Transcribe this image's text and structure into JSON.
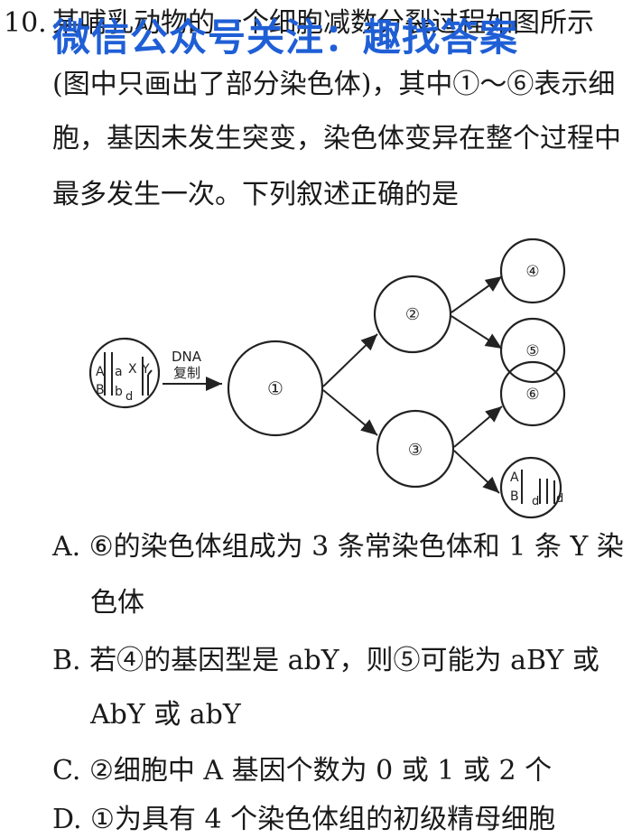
{
  "question": {
    "number": "10.",
    "line1": "某哺乳动物的一个细胞减数分裂过程如图所示",
    "line2": "(图中只画出了部分染色体)，其中①～⑥表示细",
    "line3": "胞，基因未发生突变，染色体变异在整个过程中",
    "line4": "最多发生一次。下列叙述正确的是"
  },
  "watermark": "微信公众号关注：趣找答案",
  "diagram": {
    "dna_label_top": "DNA",
    "dna_label_bottom": "复制",
    "cell_labels": [
      "①",
      "②",
      "③",
      "④",
      "⑤",
      "⑥"
    ],
    "start_cell": {
      "gene_A": "A",
      "gene_B": "B",
      "gene_a": "a",
      "gene_b": "b",
      "gene_d": "d",
      "gene_X": "X",
      "gene_Y": "Y"
    },
    "end_cell": {
      "gene_A": "A",
      "gene_B": "B",
      "gene_d1": "d",
      "gene_d2": "d"
    }
  },
  "options": {
    "A_line1": "A. ⑥的染色体组成为 3 条常染色体和 1 条 Y 染",
    "A_line2": "色体",
    "B_line1": "B. 若④的基因型是 abY，则⑤可能为 aBY 或",
    "B_line2": "AbY 或 abY",
    "C": "C. ②细胞中 A 基因个数为 0 或 1 或 2 个",
    "D": "D. ①为具有 4 个染色体组的初级精母细胞"
  }
}
